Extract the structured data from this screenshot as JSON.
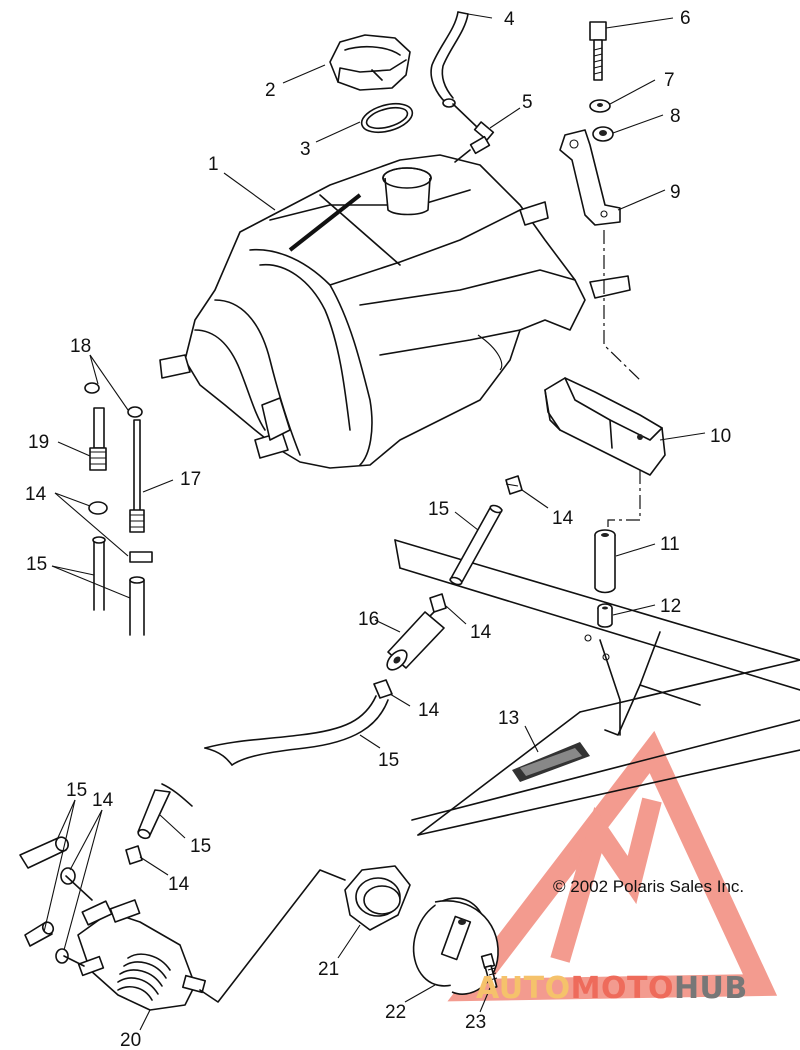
{
  "callouts": [
    {
      "n": "1"
    },
    {
      "n": "2"
    },
    {
      "n": "3"
    },
    {
      "n": "4"
    },
    {
      "n": "5"
    },
    {
      "n": "6"
    },
    {
      "n": "7"
    },
    {
      "n": "8"
    },
    {
      "n": "9"
    },
    {
      "n": "10"
    },
    {
      "n": "11"
    },
    {
      "n": "12"
    },
    {
      "n": "13"
    },
    {
      "n": "14"
    },
    {
      "n": "14"
    },
    {
      "n": "14"
    },
    {
      "n": "14"
    },
    {
      "n": "14"
    },
    {
      "n": "14"
    },
    {
      "n": "15"
    },
    {
      "n": "15"
    },
    {
      "n": "15"
    },
    {
      "n": "15"
    },
    {
      "n": "15"
    },
    {
      "n": "16"
    },
    {
      "n": "17"
    },
    {
      "n": "18"
    },
    {
      "n": "19"
    },
    {
      "n": "20"
    },
    {
      "n": "21"
    },
    {
      "n": "22"
    },
    {
      "n": "23"
    }
  ],
  "copyright": "© 2002 Polaris Sales Inc.",
  "watermark": {
    "part1": "AUTO",
    "part2": "MOTO",
    "part3": "HUB",
    "colors": {
      "auto": "#f5c26b",
      "moto": "#ee6b5b",
      "hub": "#777777",
      "triangle": "#ef7a6a"
    }
  }
}
